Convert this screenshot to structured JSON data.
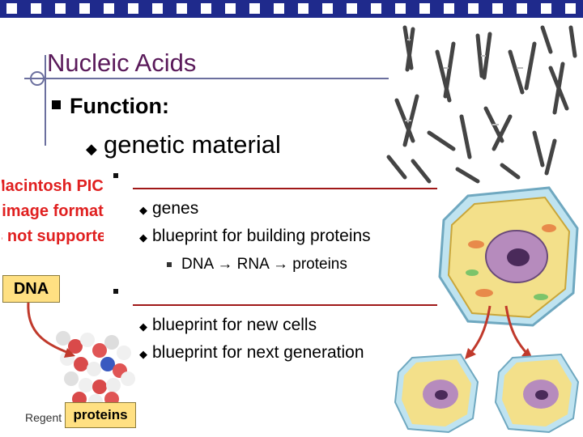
{
  "slide": {
    "title": "Nucleic Acids",
    "bullet_function": "Function:",
    "genetic_material": "genetic material",
    "genes": "genes",
    "blueprint_proteins": "blueprint for building proteins",
    "dna": "DNA",
    "rna": "RNA",
    "proteins_word": "proteins",
    "arrow_glyph": "→",
    "blueprint_cells": "blueprint for new cells",
    "blueprint_generation": "blueprint for next generation"
  },
  "image_placeholder": {
    "line1": "Macintosh PICT",
    "line2": "image format",
    "line3": "is not supported"
  },
  "labels": {
    "dna_box": "DNA",
    "proteins_box": "proteins",
    "footer": "Regent"
  },
  "colors": {
    "top_bar": "#1f2a8c",
    "title": "#5a1a5a",
    "arrow": "#c0392b",
    "placeholder_text": "#e02020",
    "label_box": "#ffe082"
  }
}
